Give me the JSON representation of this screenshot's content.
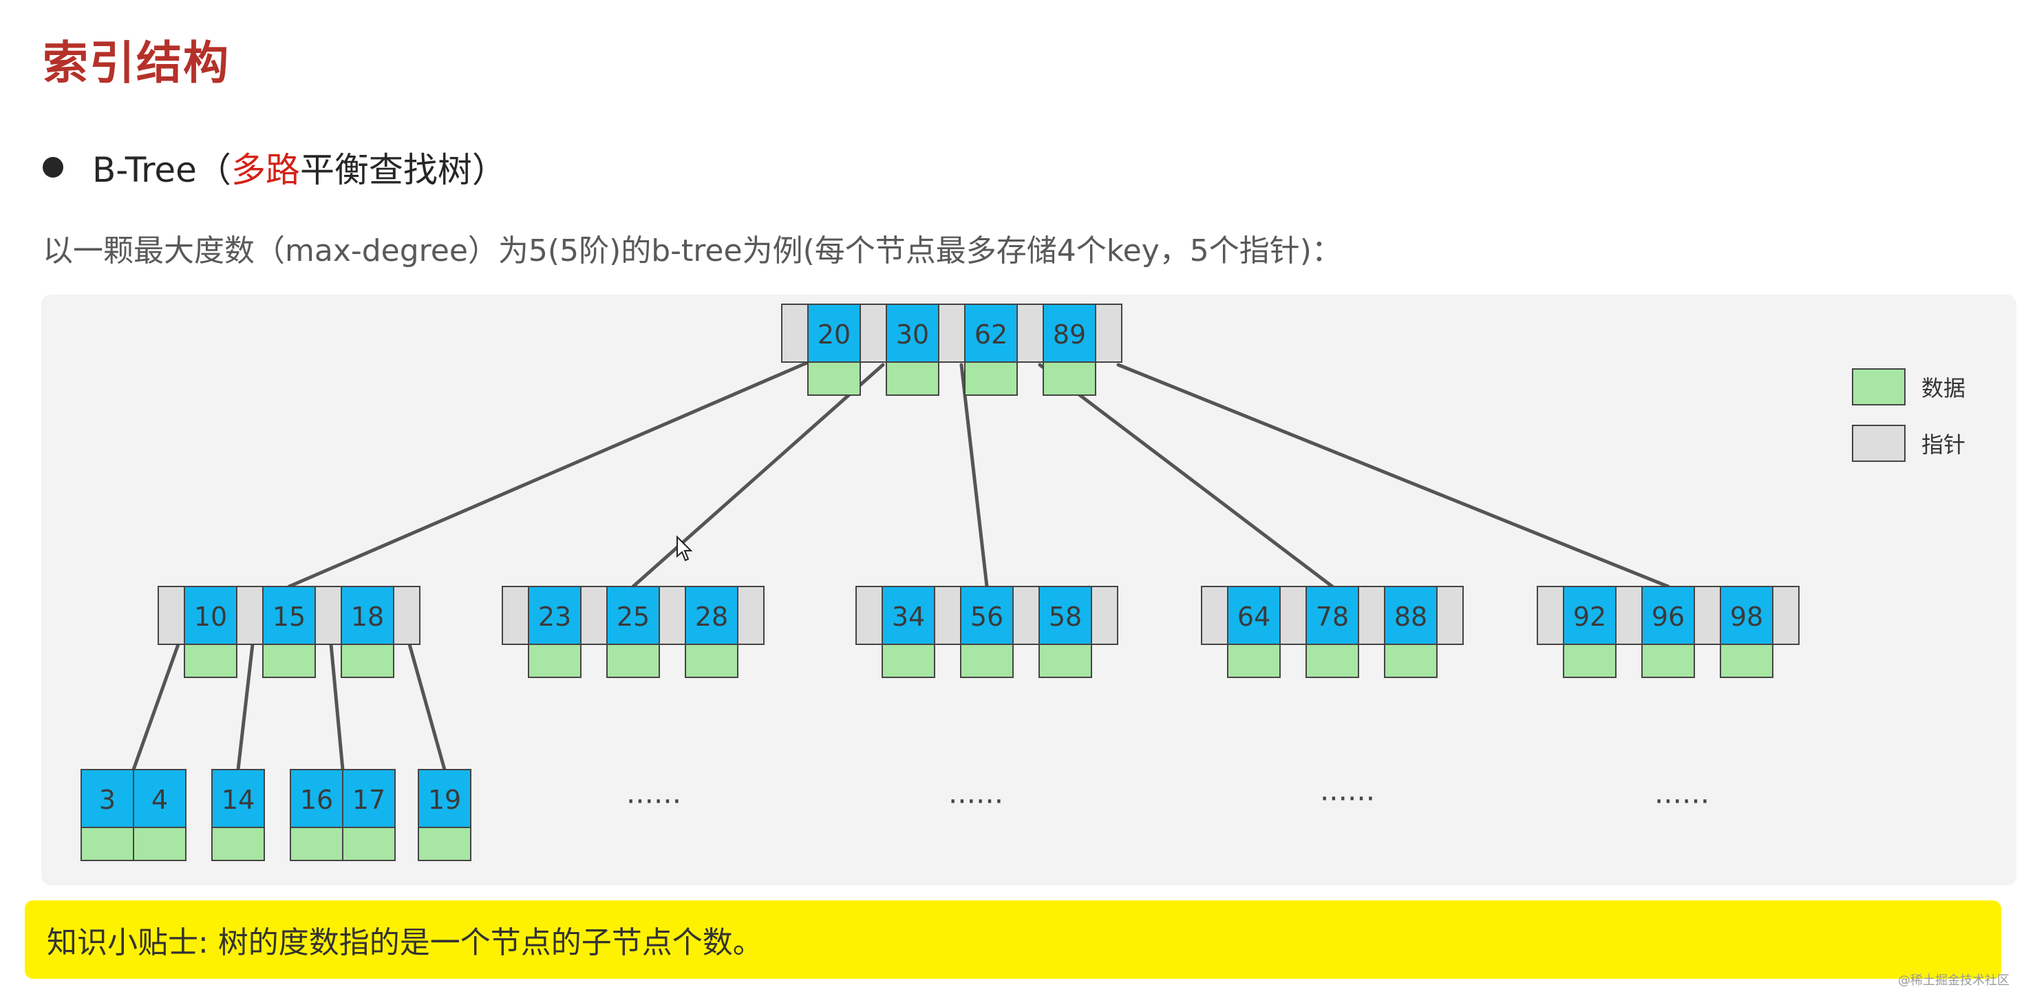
{
  "page": {
    "title": "索引结构",
    "bullet": {
      "before": "B-Tree（",
      "highlight": "多路",
      "after": "平衡查找树）"
    },
    "description": "以一颗最大度数（max-degree）为5(5阶)的b-tree为例(每个节点最多存储4个key，5个指针)：",
    "tip": "知识小贴士: 树的度数指的是一个节点的子节点个数。",
    "watermark": "@稀土掘金技术社区"
  },
  "colors": {
    "key": "#13b5ee",
    "data": "#a8e6a3",
    "pointer": "#dddddd",
    "edge": "#555555",
    "title": "#b5312a",
    "highlight": "#d42117",
    "tip_bg": "#fff200"
  },
  "legend": [
    {
      "label": "数据",
      "kind": "data"
    },
    {
      "label": "指针",
      "kind": "pointer"
    }
  ],
  "tree": {
    "root": [
      "20",
      "30",
      "62",
      "89"
    ],
    "level2": [
      [
        "10",
        "15",
        "18"
      ],
      [
        "23",
        "25",
        "28"
      ],
      [
        "34",
        "56",
        "58"
      ],
      [
        "64",
        "78",
        "88"
      ],
      [
        "92",
        "96",
        "98"
      ]
    ],
    "leaves": [
      [
        "3",
        "4"
      ],
      [
        "14"
      ],
      [
        "16",
        "17"
      ],
      [
        "19"
      ]
    ],
    "ellipsis": "......"
  }
}
